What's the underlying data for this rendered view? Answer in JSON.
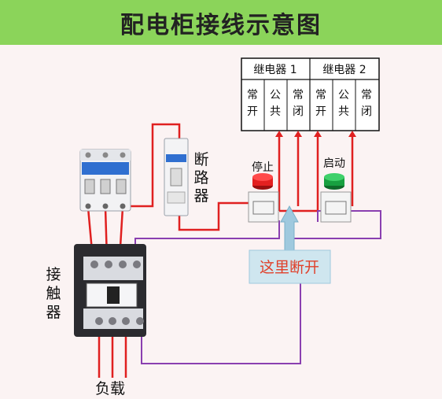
{
  "title": "配电柜接线示意图",
  "relay_panel": {
    "relay1_label": "继电器 1",
    "relay2_label": "继电器 2",
    "terminals": [
      [
        "常",
        "开"
      ],
      [
        "公",
        "共"
      ],
      [
        "常",
        "闭"
      ],
      [
        "常",
        "开"
      ],
      [
        "公",
        "共"
      ],
      [
        "常",
        "闭"
      ]
    ]
  },
  "components": {
    "breaker_label": [
      "断",
      "路",
      "器"
    ],
    "contactor_label": [
      "接",
      "触",
      "器"
    ],
    "load_label": "负载",
    "stop_button_label": "停止",
    "start_button_label": "启动",
    "cut_here_label": "这里断开"
  },
  "colors": {
    "banner": "#8bd45a",
    "wire_red": "#e02020",
    "wire_purple": "#8a3fb0",
    "callout_text": "#e0402a",
    "callout_arrow": "#9fc9de"
  }
}
